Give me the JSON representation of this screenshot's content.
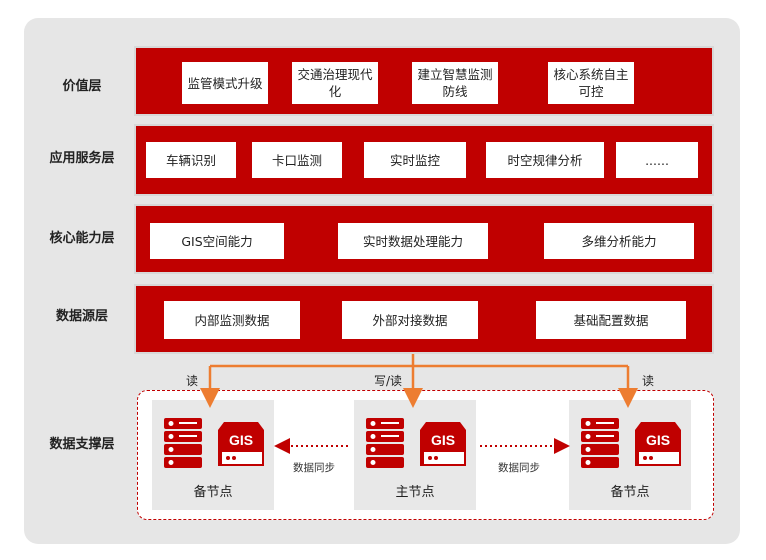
{
  "layers": {
    "value": {
      "label": "价值层",
      "items": [
        "监管模式升级",
        "交通治理现代化",
        "建立智慧监测防线",
        "核心系统自主可控"
      ]
    },
    "application": {
      "label": "应用服务层",
      "items": [
        "车辆识别",
        "卡口监测",
        "实时监控",
        "时空规律分析",
        "......"
      ]
    },
    "core": {
      "label": "核心能力层",
      "items": [
        "GIS空间能力",
        "实时数据处理能力",
        "多维分析能力"
      ]
    },
    "datasource": {
      "label": "数据源层",
      "items": [
        "内部监测数据",
        "外部对接数据",
        "基础配置数据"
      ]
    },
    "support": {
      "label": "数据支撑层",
      "nodes": [
        "备节点",
        "主节点",
        "备节点"
      ],
      "sync_labels": [
        "数据同步",
        "数据同步"
      ],
      "rw_labels": [
        "读",
        "写/读",
        "读"
      ],
      "node_icon_text": "GIS"
    }
  },
  "colors": {
    "primary": "#c00000",
    "arrow": "#ed7d31",
    "background": "#e6e6e6"
  }
}
